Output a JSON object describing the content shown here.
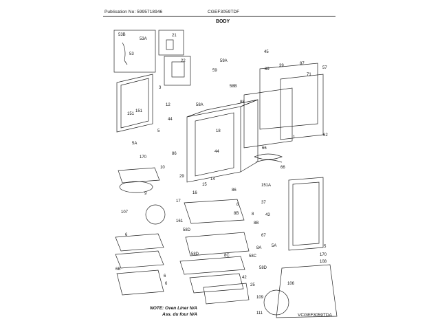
{
  "header": {
    "publication": "Publication No: 5995718946",
    "model": "CGEF3059TDF",
    "section": "BODY"
  },
  "notes": {
    "line1": "NOTE: Oven Liner N/A",
    "line2": "Ass. du four N/A"
  },
  "diagram_code": "VCGEF3059TDA",
  "callouts": [
    "53B",
    "53A",
    "53",
    "21",
    "22",
    "45",
    "59A",
    "59",
    "58B",
    "89",
    "39",
    "87",
    "71",
    "57",
    "3",
    "151",
    "12",
    "44",
    "58A",
    "88",
    "18",
    "62",
    "5",
    "1",
    "5A",
    "170",
    "44",
    "66",
    "86",
    "10",
    "66",
    "29",
    "15",
    "14",
    "16",
    "86",
    "9",
    "17",
    "151A",
    "8",
    "8B",
    "37",
    "107",
    "161",
    "43",
    "8",
    "8B",
    "58D",
    "67",
    "5",
    "6",
    "5A",
    "170",
    "8A",
    "6",
    "8C",
    "58C",
    "6B",
    "6",
    "58D",
    "58D",
    "42",
    "108",
    "25",
    "106",
    "109",
    "111",
    "151"
  ],
  "cabinet_bom": [
    {
      "callout": "53B"
    },
    {
      "callout": "53A"
    },
    {
      "callout": "53"
    },
    {
      "callout": "21"
    },
    {
      "callout": "22"
    }
  ]
}
